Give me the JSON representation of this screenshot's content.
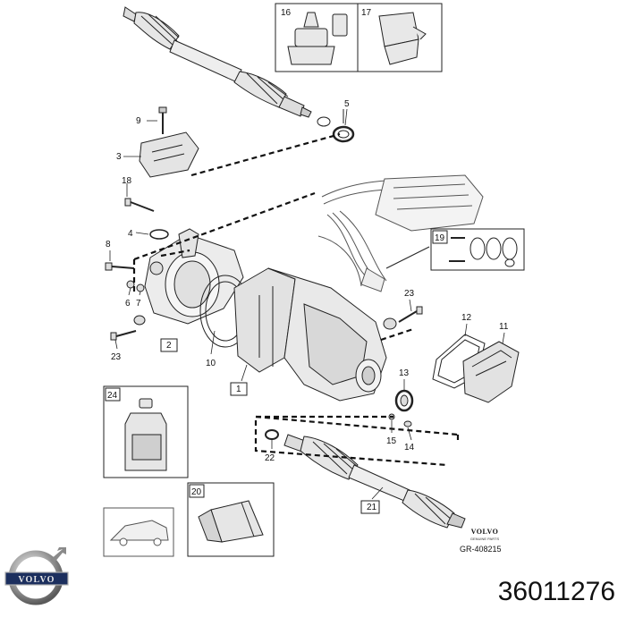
{
  "callouts": [
    "1",
    "2",
    "3",
    "4",
    "5",
    "6",
    "7",
    "8",
    "9",
    "10",
    "11",
    "12",
    "13",
    "14",
    "15",
    "16",
    "17",
    "18",
    "19",
    "20",
    "21",
    "22",
    "23",
    "23",
    "24"
  ],
  "brand": {
    "logo_text": "VOLVO",
    "diagram_brand": "VOLVO",
    "diagram_brand_sub": "GENUINE PARTS",
    "reference_code": "GR-408215"
  },
  "part_number": "36011276"
}
